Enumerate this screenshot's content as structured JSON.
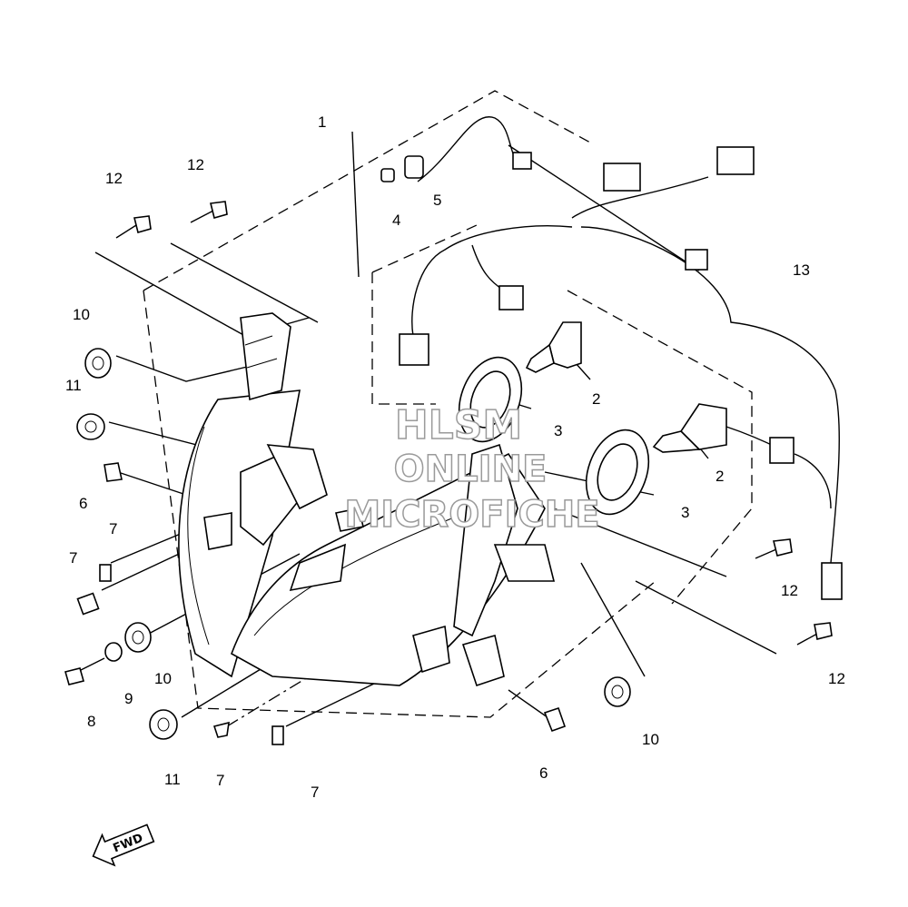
{
  "callouts": [
    {
      "id": "c1",
      "text": "1"
    },
    {
      "id": "c2a",
      "text": "2"
    },
    {
      "id": "c2b",
      "text": "2"
    },
    {
      "id": "c3a",
      "text": "3"
    },
    {
      "id": "c3b",
      "text": "3"
    },
    {
      "id": "c4",
      "text": "4"
    },
    {
      "id": "c5",
      "text": "5"
    },
    {
      "id": "c6a",
      "text": "6"
    },
    {
      "id": "c6b",
      "text": "6"
    },
    {
      "id": "c7a",
      "text": "7"
    },
    {
      "id": "c7b",
      "text": "7"
    },
    {
      "id": "c7c",
      "text": "7"
    },
    {
      "id": "c7d",
      "text": "7"
    },
    {
      "id": "c8",
      "text": "8"
    },
    {
      "id": "c9",
      "text": "9"
    },
    {
      "id": "c10a",
      "text": "10"
    },
    {
      "id": "c10b",
      "text": "10"
    },
    {
      "id": "c10c",
      "text": "10"
    },
    {
      "id": "c11a",
      "text": "11"
    },
    {
      "id": "c11b",
      "text": "11"
    },
    {
      "id": "c12a",
      "text": "12"
    },
    {
      "id": "c12b",
      "text": "12"
    },
    {
      "id": "c12c",
      "text": "12"
    },
    {
      "id": "c12d",
      "text": "12"
    },
    {
      "id": "c13",
      "text": "13"
    }
  ],
  "watermark": [
    "HLSM",
    "ONLINE",
    "MICROFICHE"
  ],
  "fwd_label": "FWD"
}
